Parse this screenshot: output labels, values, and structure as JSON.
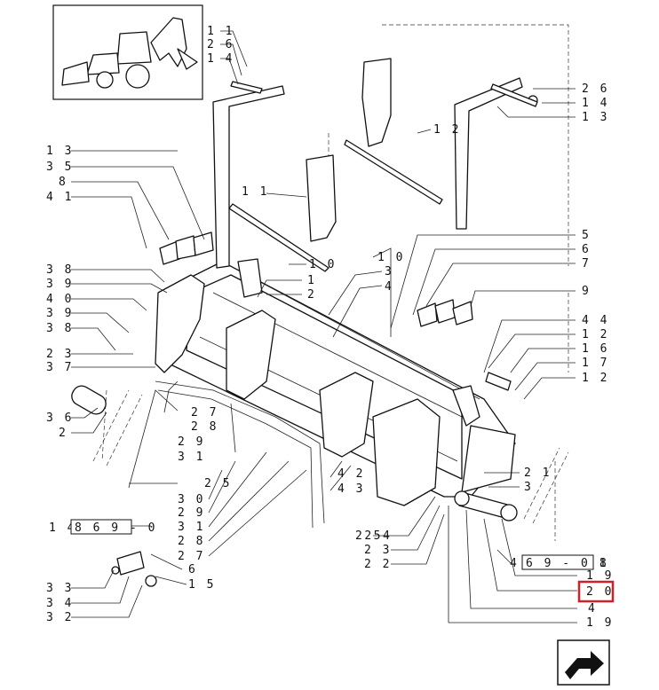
{
  "labels": {
    "l11top": "1 1",
    "l26top": "2 6",
    "l14top": "1 4",
    "l26r": "2 6",
    "l14r": "1 4",
    "l13r": "1 3",
    "l12top": "1 2",
    "l13": "1 3",
    "l35": "3 5",
    "l8a": "8",
    "l41": "4 1",
    "l11": "1 1",
    "l10a": "1 0",
    "l5": "5",
    "l6a": "6",
    "l7": "7",
    "l10b": "1 0",
    "l3a": "3",
    "l4a": "4",
    "l9": "9",
    "l1": "1",
    "l2a": "2",
    "l38a": "3 8",
    "l39a": "3 9",
    "l40": "4 0",
    "l39b": "3 9",
    "l38b": "3 8",
    "l23a": "2 3",
    "l37": "3 7",
    "l36": "3 6",
    "l2b": "2",
    "l44": "4 4",
    "l12a": "1 2",
    "l16": "1 6",
    "l17": "1 7",
    "l12b": "1 2",
    "l27a": "2 7",
    "l28a": "2 8",
    "l29a": "2 9",
    "l31a": "3 1",
    "l25": "2 5",
    "l30": "3 0",
    "l29b": "2 9",
    "l31b": "3 1",
    "l28b": "2 8",
    "l27b": "2 7",
    "l6b": "6",
    "l15": "1 5",
    "l33": "3 3",
    "l34": "3 4",
    "l32": "3 2",
    "l42": "4 2",
    "l43": "4 3",
    "l2254": "2254",
    "l23b": "2 3",
    "l22": "2 2",
    "l21": "2 1",
    "l3b": "3",
    "l18": "8",
    "l19a": "1 9",
    "l20": "2 0",
    "l4b": "4",
    "l19b": "1 9"
  },
  "refs": {
    "left_prefix": "1 4",
    "left_box": "8 6 9 - 0",
    "right_prefix": "4",
    "right_box": "6 9 - 0 1"
  },
  "highlight_color": "#d0202a",
  "icon": "page-turn-arrow-icon"
}
